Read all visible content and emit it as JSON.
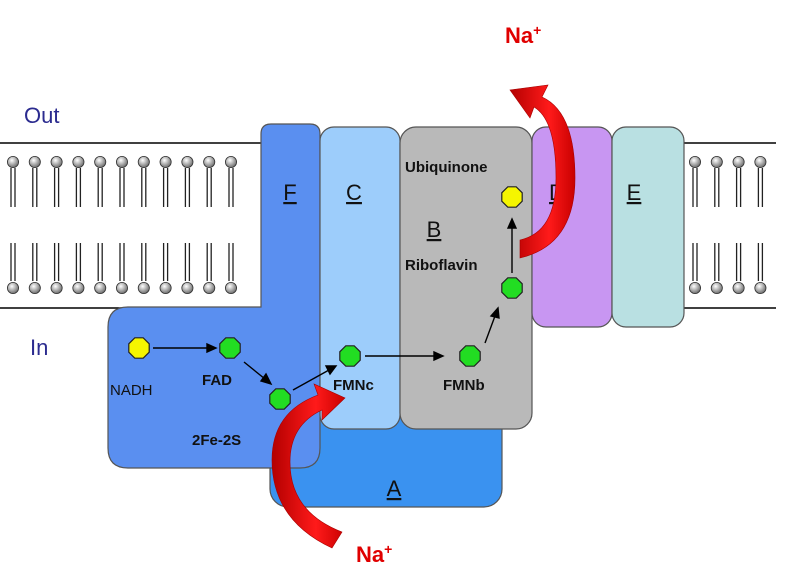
{
  "sides": {
    "out": "Out",
    "in": "In"
  },
  "subunits": {
    "A": "A",
    "B": "B",
    "C": "C",
    "D": "D",
    "E": "E",
    "F": "F"
  },
  "cofactors": {
    "nadh": "NADH",
    "fad": "FAD",
    "fes": "2Fe-2S",
    "fmnc": "FMNc",
    "fmnb": "FMNb",
    "riboflavin": "Riboflavin",
    "ubiquinone": "Ubiquinone"
  },
  "ions": {
    "top": "Na",
    "bottom": "Na",
    "charge": "+"
  },
  "colors": {
    "subunit_A": "#3a92f0",
    "subunit_B": "#b9b9b9",
    "subunit_C": "#9dcdfb",
    "subunit_D": "#c896f2",
    "subunit_E": "#b9e0e2",
    "subunit_F": "#5a8ff0",
    "cofactor_green": "#22dd22",
    "cofactor_yellow": "#f5f500",
    "ion_arrow": "#e81010"
  }
}
